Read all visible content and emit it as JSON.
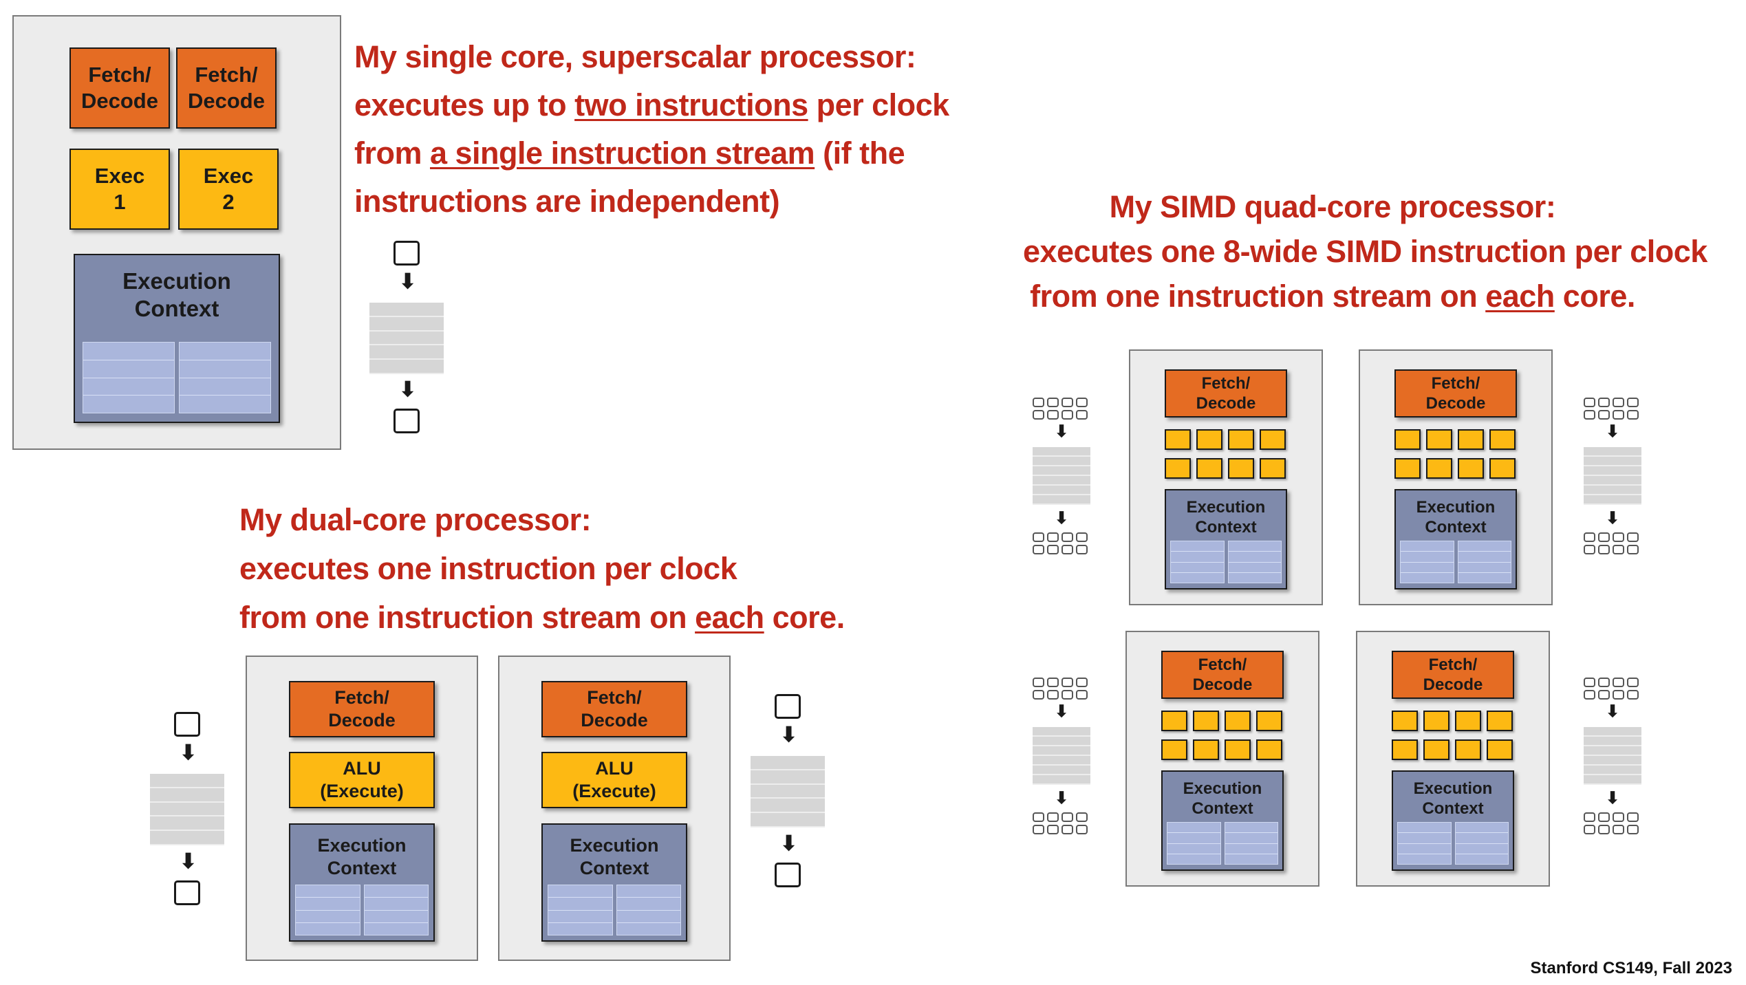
{
  "superscalar": {
    "title_lines": [
      [
        {
          "t": "My single core, superscalar processor:",
          "u": false
        }
      ],
      [
        {
          "t": "executes up to ",
          "u": false
        },
        {
          "t": "two instructions",
          "u": true
        },
        {
          "t": " per clock",
          "u": false
        }
      ],
      [
        {
          "t": "from ",
          "u": false
        },
        {
          "t": "a single instruction stream",
          "u": true
        },
        {
          "t": " (if the",
          "u": false
        }
      ],
      [
        {
          "t": "instructions are independent)",
          "u": false
        }
      ]
    ],
    "fetch1": "Fetch/\nDecode",
    "fetch2": "Fetch/\nDecode",
    "exec1": "Exec\n1",
    "exec2": "Exec\n2",
    "context": "Execution\nContext"
  },
  "dual_core": {
    "title_lines": [
      [
        {
          "t": "My dual-core processor:",
          "u": false
        }
      ],
      [
        {
          "t": "executes one instruction per clock",
          "u": false
        }
      ],
      [
        {
          "t": "from one instruction stream on ",
          "u": false
        },
        {
          "t": "each",
          "u": true
        },
        {
          "t": " core.",
          "u": false
        }
      ]
    ],
    "cores": [
      {
        "fetch": "Fetch/\nDecode",
        "alu": "ALU\n(Execute)",
        "context": "Execution\nContext"
      },
      {
        "fetch": "Fetch/\nDecode",
        "alu": "ALU\n(Execute)",
        "context": "Execution\nContext"
      }
    ]
  },
  "quad_core": {
    "title_lines": [
      [
        {
          "t": "My SIMD quad-core processor:",
          "u": false
        }
      ],
      [
        {
          "t": "executes one 8-wide SIMD instruction per clock",
          "u": false
        }
      ],
      [
        {
          "t": "from one instruction stream on ",
          "u": false
        },
        {
          "t": "each",
          "u": true
        },
        {
          "t": " core.",
          "u": false
        }
      ]
    ],
    "cores": [
      {
        "fetch": "Fetch/\nDecode",
        "context": "Execution\nContext"
      },
      {
        "fetch": "Fetch/\nDecode",
        "context": "Execution\nContext"
      },
      {
        "fetch": "Fetch/\nDecode",
        "context": "Execution\nContext"
      },
      {
        "fetch": "Fetch/\nDecode",
        "context": "Execution\nContext"
      }
    ]
  },
  "colors": {
    "title": "#c0281a",
    "fetch": "#e56c23",
    "exec": "#fdb913",
    "context": "#7f8aab"
  },
  "footer": "Stanford CS149, Fall 2023"
}
